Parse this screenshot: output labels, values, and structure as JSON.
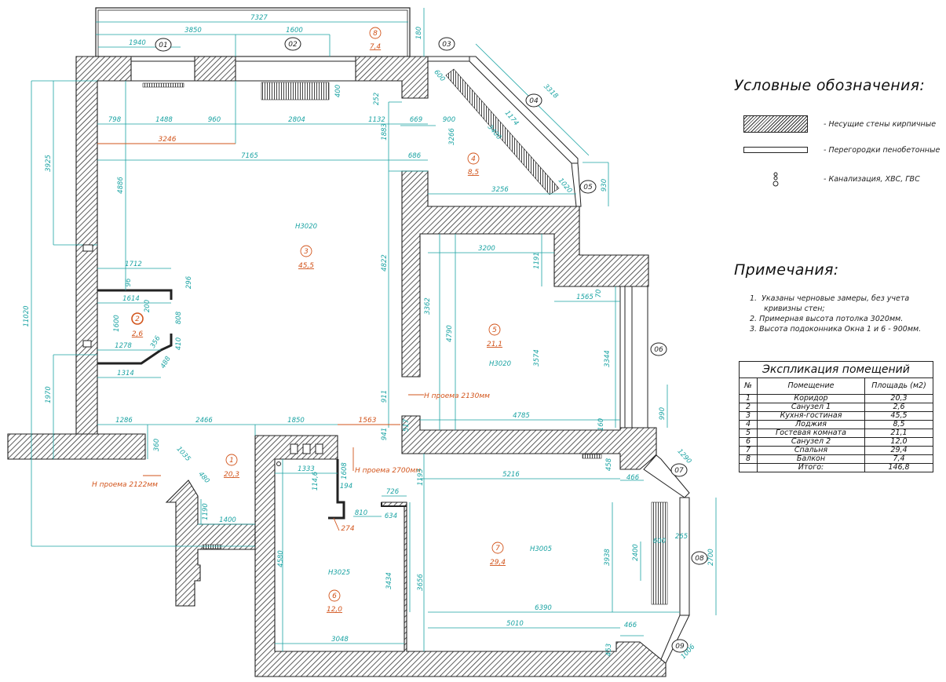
{
  "legend": {
    "title": "Условные обозначения:",
    "items": [
      {
        "label": "- Несущие стены кирпичные",
        "icon": "brick-wall-hatch-icon"
      },
      {
        "label": "- Перегородки пенобетонные",
        "icon": "foam-partition-icon"
      },
      {
        "label": "- Канализация, ХВС, ГВС",
        "icon": "sewage-pipe-icon"
      }
    ]
  },
  "notes": {
    "title": "Примечания:",
    "items": [
      "1.  Указаны черновые замеры, без учета",
      "      кривизны стен;",
      "2. Примерная высота потолка 3020мм.",
      "3. Высота подоконника Окна 1 и 6 - 900мм."
    ]
  },
  "explication": {
    "caption": "Экспликация помещений",
    "headers": [
      "№",
      "Помещение",
      "Площадь (м2)"
    ],
    "rows": [
      [
        "1",
        "Коридор",
        "20,3"
      ],
      [
        "2",
        "Санузел 1",
        "2,6"
      ],
      [
        "3",
        "Кухня-гостиная",
        "45,5"
      ],
      [
        "4",
        "Лоджия",
        "8,5"
      ],
      [
        "5",
        "Гостевая комната",
        "21,1"
      ],
      [
        "6",
        "Санузел 2",
        "12,0"
      ],
      [
        "7",
        "Спальня",
        "29,4"
      ],
      [
        "8",
        "Балкон",
        "7,4"
      ]
    ],
    "total_label": "Итого:",
    "total_value": "146,8"
  },
  "plan": {
    "rooms": [
      {
        "num": "1",
        "area": "20,3"
      },
      {
        "num": "2",
        "area": "2,6"
      },
      {
        "num": "3",
        "area": "45,5"
      },
      {
        "num": "4",
        "area": "8,5"
      },
      {
        "num": "5",
        "area": "21,1"
      },
      {
        "num": "6",
        "area": "12,0"
      },
      {
        "num": "7",
        "area": "29,4"
      },
      {
        "num": "8",
        "area": "7,4"
      }
    ],
    "heights": [
      "Н3020",
      "Н3020",
      "Н3025",
      "Н3005"
    ],
    "windows": [
      "01",
      "02",
      "03",
      "04",
      "05",
      "06",
      "07",
      "08",
      "09"
    ],
    "openings": [
      "Н проема 2130мм",
      "Н проема 2700мм",
      "Н проема 2122мм"
    ],
    "dims": [
      "7327",
      "3850",
      "1600",
      "1940",
      "180",
      "3318",
      "798",
      "1488",
      "960",
      "2804",
      "1132",
      "669",
      "900",
      "3246",
      "7165",
      "686",
      "3266",
      "3400",
      "3256",
      "3925",
      "4886",
      "252",
      "1883",
      "400",
      "600",
      "1174",
      "1020",
      "930",
      "3200",
      "1191",
      "4822",
      "3362",
      "4790",
      "3574",
      "1565",
      "70",
      "3344",
      "11020",
      "1712",
      "96",
      "296",
      "1614",
      "200",
      "808",
      "1600",
      "410",
      "1278",
      "356",
      "1314",
      "488",
      "1970",
      "911",
      "941",
      "517",
      "4785",
      "160",
      "990",
      "1286",
      "2466",
      "1850",
      "1563",
      "458",
      "466",
      "1290",
      "5216",
      "1193",
      "360",
      "1035",
      "480",
      "1333",
      "114,6",
      "1608",
      "194",
      "274",
      "810",
      "726",
      "634",
      "2400",
      "600",
      "265",
      "2700",
      "1190",
      "1400",
      "4580",
      "3434",
      "3656",
      "3938",
      "6390",
      "5010",
      "466",
      "453",
      "3048",
      "1006"
    ]
  }
}
